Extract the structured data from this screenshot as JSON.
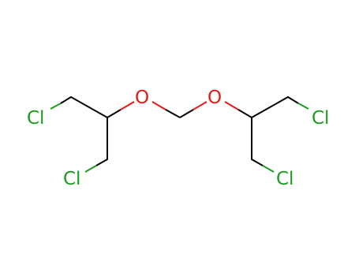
{
  "molecule": {
    "atoms": [
      {
        "id": "cl1",
        "element": "Cl",
        "color": "#1e9b1e"
      },
      {
        "id": "cl2",
        "element": "Cl",
        "color": "#1e9b1e"
      },
      {
        "id": "o1",
        "element": "O",
        "color": "#e81818"
      },
      {
        "id": "o2",
        "element": "O",
        "color": "#e81818"
      },
      {
        "id": "cl3",
        "element": "Cl",
        "color": "#1e9b1e"
      },
      {
        "id": "cl4",
        "element": "Cl",
        "color": "#1e9b1e"
      }
    ],
    "bond_color": "#000000"
  }
}
